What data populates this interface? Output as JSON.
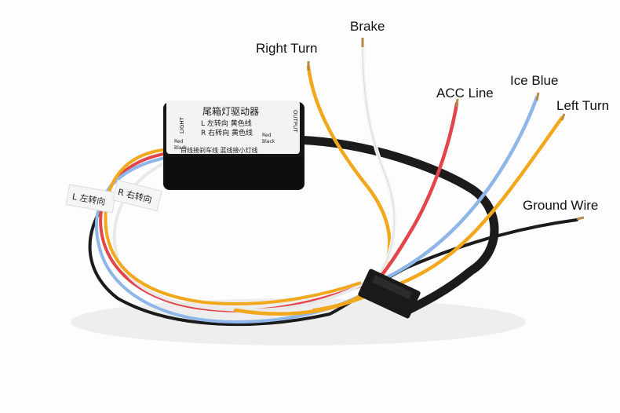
{
  "labels": {
    "right_turn": "Right Turn",
    "brake": "Brake",
    "acc_line": "ACC Line",
    "ice_blue": "Ice Blue",
    "left_turn": "Left Turn",
    "ground_wire": "Ground Wire"
  },
  "module": {
    "title": "尾箱灯驱动器",
    "line1": "L 左转向  黄色线",
    "line2": "R 右转向  黄色线",
    "side_left": "LIGHT",
    "side_right": "OUTPUT",
    "red_left": "Red",
    "black_left": "Black",
    "red_right": "Red",
    "black_right": "Black",
    "bottom_line": "白线接刹车线  蓝线接小灯线"
  },
  "tags": {
    "left_tag": "L 左转向",
    "right_tag": "R 右转向"
  },
  "colors": {
    "yellow_wire": "#f2a81c",
    "white_wire": "#f4f4f4",
    "red_wire": "#e2454b",
    "blue_wire": "#8fb6e8",
    "black_wire": "#1b1b1b",
    "module_body": "#141414",
    "module_label": "#f3f3f3"
  }
}
